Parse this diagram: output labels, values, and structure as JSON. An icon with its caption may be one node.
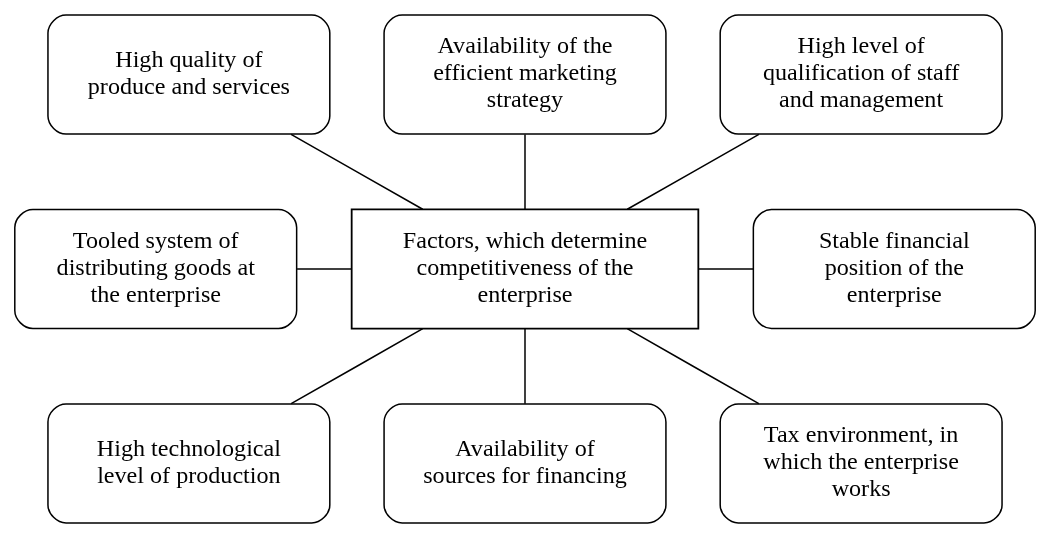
{
  "diagram": {
    "nodes": [
      {
        "text": [
          "High quality of produce and services"
        ]
      },
      {
        "text": [
          "Availability of the efficient marketing strategy"
        ]
      },
      {
        "text": [
          "High level of qualification of staff and management"
        ]
      },
      {
        "text": [
          "Tooled system of distributing goods at the enterprise"
        ]
      },
      {
        "text": [
          "Factors, which determine competitiveness of the enterprise"
        ]
      },
      {
        "text": [
          "Stable financial position of the enterprise"
        ]
      },
      {
        "text": [
          "High technological level of production"
        ]
      },
      {
        "text": [
          "Availability of sources for financing"
        ]
      },
      {
        "text": [
          "Tax environment, in which the enterprise works"
        ]
      }
    ],
    "edges": [
      {
        "from": 0,
        "to": 4,
        "arrow": "none"
      },
      {
        "from": 1,
        "to": 4,
        "arrow": "none"
      },
      {
        "from": 2,
        "to": 4,
        "arrow": "none"
      },
      {
        "from": 3,
        "to": 4,
        "arrow": "none"
      },
      {
        "from": 4,
        "to": 5,
        "arrow": "none"
      },
      {
        "from": 4,
        "to": 6,
        "arrow": "none"
      },
      {
        "from": 4,
        "to": 7,
        "arrow": "none"
      },
      {
        "from": 4,
        "to": 8,
        "arrow": "none"
      }
    ]
  }
}
